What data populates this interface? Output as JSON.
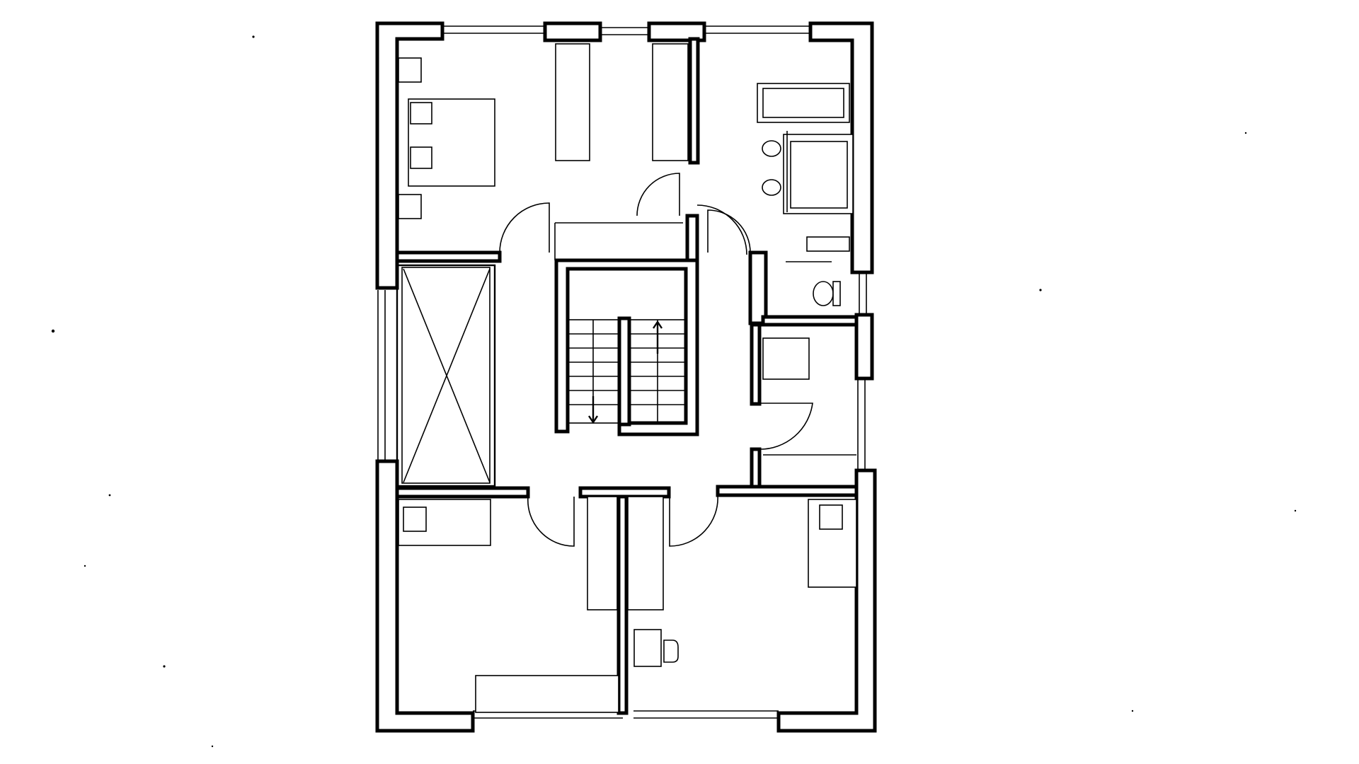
{
  "drawing": {
    "type": "architectural-floor-plan",
    "level": "upper-floor",
    "labels": []
  },
  "colors": {
    "ink": "#000000",
    "paper": "#ffffff"
  },
  "rooms": [
    "bedroom-master",
    "walk-in-closets",
    "bathroom",
    "wc",
    "stair-hall",
    "storage",
    "void",
    "bedroom-left",
    "bedroom-right"
  ],
  "icons": {
    "stair_up": "arrow-up-icon",
    "stair_down": "arrow-down-icon"
  }
}
